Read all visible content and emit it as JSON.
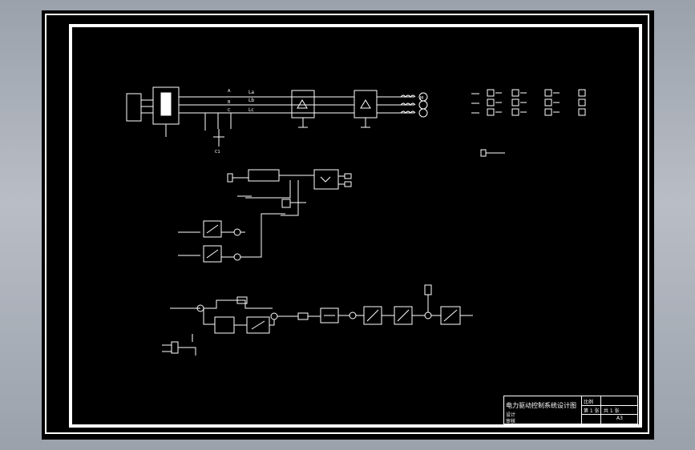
{
  "drawing": {
    "title": "电力驱动控制系统设计图",
    "colors": {
      "paper": "#000000",
      "line": "#ffffff",
      "frame_bg": "#9aa1ab"
    },
    "phase_labels": [
      "A",
      "B",
      "C"
    ],
    "tap_labels": [
      "La",
      "Lb",
      "Lc"
    ],
    "ground_label": "C1",
    "motor_label": "M"
  },
  "title_block": {
    "title": "电力驱动控制系统设计图",
    "rows": [
      "设计",
      "审核"
    ],
    "ratio_label": "比例",
    "sheet_label": "第 1 张",
    "count_label": "共 1 张",
    "note": "A3"
  }
}
